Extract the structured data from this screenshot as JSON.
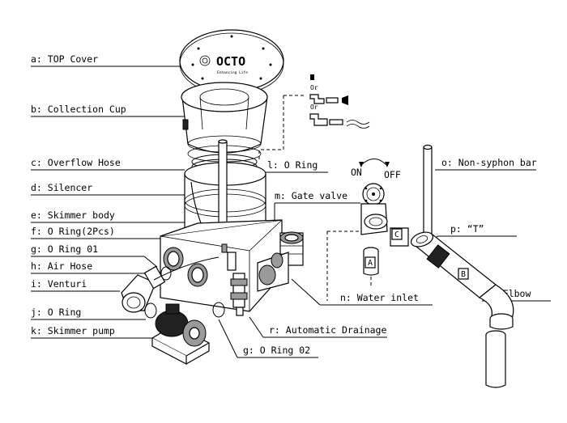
{
  "labels": {
    "a": "a: TOP Cover",
    "b": "b: Collection Cup",
    "c": "c: Overflow Hose",
    "d": "d: Silencer",
    "e": "e: Skimmer body",
    "f": "f: O Ring(2Pcs)",
    "g1": "g: O Ring 01",
    "h": "h: Air Hose",
    "i": "i: Venturi",
    "j": "j: O Ring",
    "k": "k: Skimmer pump",
    "l": "l: O Ring",
    "m": "m: Gate valve",
    "n": "n: Water inlet",
    "o": "o: Non-syphon bar",
    "p": "p: “T”",
    "q": "q: Elbow",
    "r": "r: Automatic Drainage",
    "g2": "g: O Ring 02"
  },
  "valve": {
    "on": "ON",
    "off": "OFF"
  },
  "logo": {
    "brand": "OCTO",
    "tagline": "Enhancing Life"
  },
  "inset": {
    "or1": "Or",
    "or2": "Or"
  },
  "part_letters": {
    "a": "A",
    "b": "B",
    "c": "C"
  }
}
